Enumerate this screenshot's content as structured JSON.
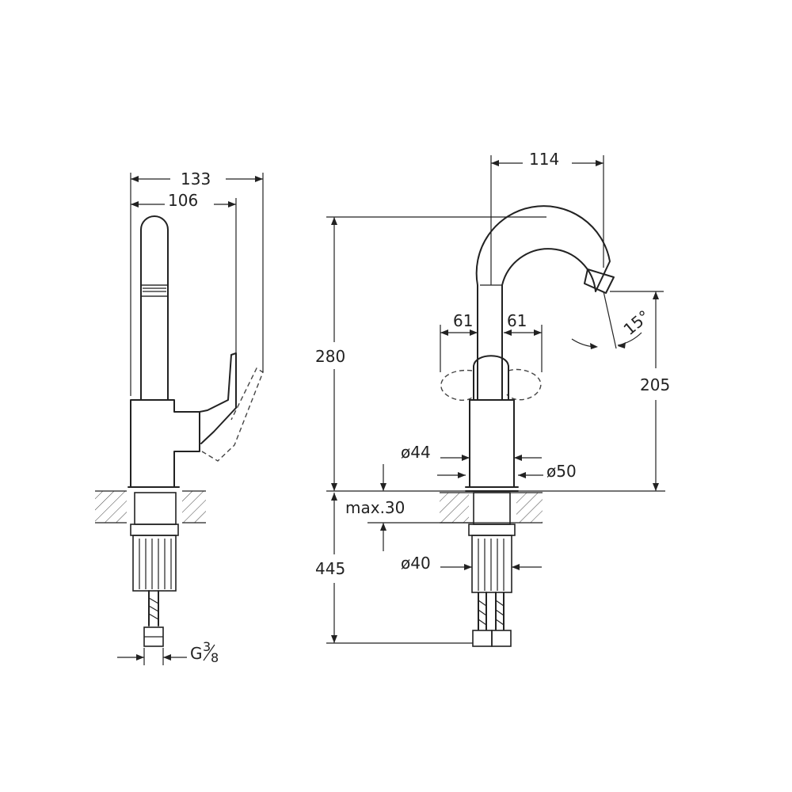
{
  "side_view": {
    "width_overall": "133",
    "width_body": "106",
    "thread_main": "G",
    "thread_num": "3",
    "thread_den": "8"
  },
  "front_view": {
    "reach": "114",
    "height_total": "280",
    "spout_height": "205",
    "handle_left": "61",
    "handle_right": "61",
    "angle": "15°",
    "dia_44": "ø44",
    "dia_50": "ø50",
    "max_thickness": "max.30",
    "dia_40": "ø40",
    "below_depth": "445"
  },
  "colors": {
    "line": "#222222",
    "background": "#ffffff"
  }
}
